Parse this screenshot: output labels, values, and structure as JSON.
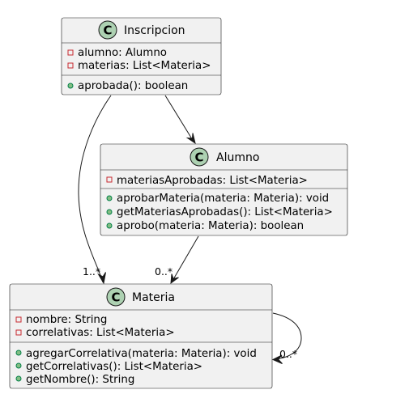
{
  "classes": {
    "inscripcion": {
      "icon": "class-c-icon",
      "icon_letter": "C",
      "name": "Inscripcion",
      "attributes": [
        "alumno: Alumno",
        "materias: List<Materia>"
      ],
      "methods": [
        "aprobada(): boolean"
      ]
    },
    "alumno": {
      "icon": "class-c-icon",
      "icon_letter": "C",
      "name": "Alumno",
      "attributes": [
        "materiasAprobadas: List<Materia>"
      ],
      "methods": [
        "aprobarMateria(materia: Materia): void",
        "getMateriasAprobadas(): List<Materia>",
        "aprobo(materia: Materia): boolean"
      ]
    },
    "materia": {
      "icon": "class-c-icon",
      "icon_letter": "C",
      "name": "Materia",
      "attributes": [
        "nombre: String",
        "correlativas: List<Materia>"
      ],
      "methods": [
        "agregarCorrelativa(materia: Materia): void",
        "getCorrelativas(): List<Materia>",
        "getNombre(): String"
      ]
    }
  },
  "relations": {
    "inscripcion_materia": {
      "from": "Inscripcion",
      "to": "Materia",
      "multiplicity": "1..*"
    },
    "inscripcion_alumno": {
      "from": "Inscripcion",
      "to": "Alumno",
      "multiplicity": ""
    },
    "alumno_materia": {
      "from": "Alumno",
      "to": "Materia",
      "multiplicity": "0..*"
    },
    "materia_self": {
      "from": "Materia",
      "to": "Materia",
      "multiplicity": "0..*"
    }
  },
  "colors": {
    "class_fill": "#f1f1f1",
    "border": "#181818",
    "class_icon_fill": "#add1b2",
    "private_marker": "#c82930",
    "public_marker_fill": "#84be84",
    "public_marker_stroke": "#038048"
  }
}
